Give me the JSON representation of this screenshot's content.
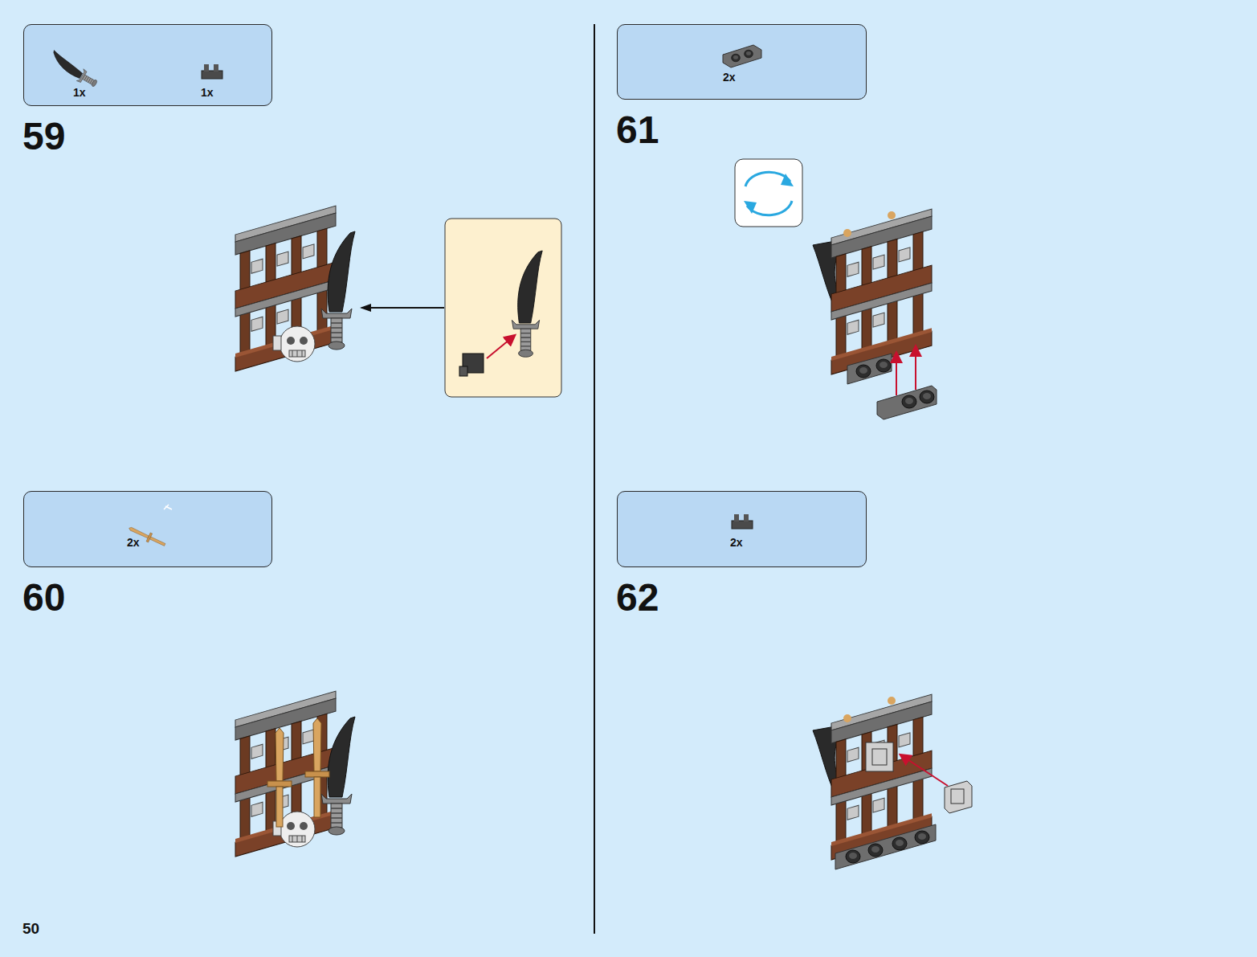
{
  "diagram": {
    "nodes": [
      {
        "text": [
          "1x",
          "1x"
        ]
      },
      {
        "text": [
          "2x"
        ]
      },
      {
        "text": [
          "2x"
        ]
      },
      {
        "text": [
          "2x"
        ]
      }
    ],
    "edges": [],
    "labels": [
      "59",
      "60",
      "61",
      "62",
      "50"
    ]
  }
}
